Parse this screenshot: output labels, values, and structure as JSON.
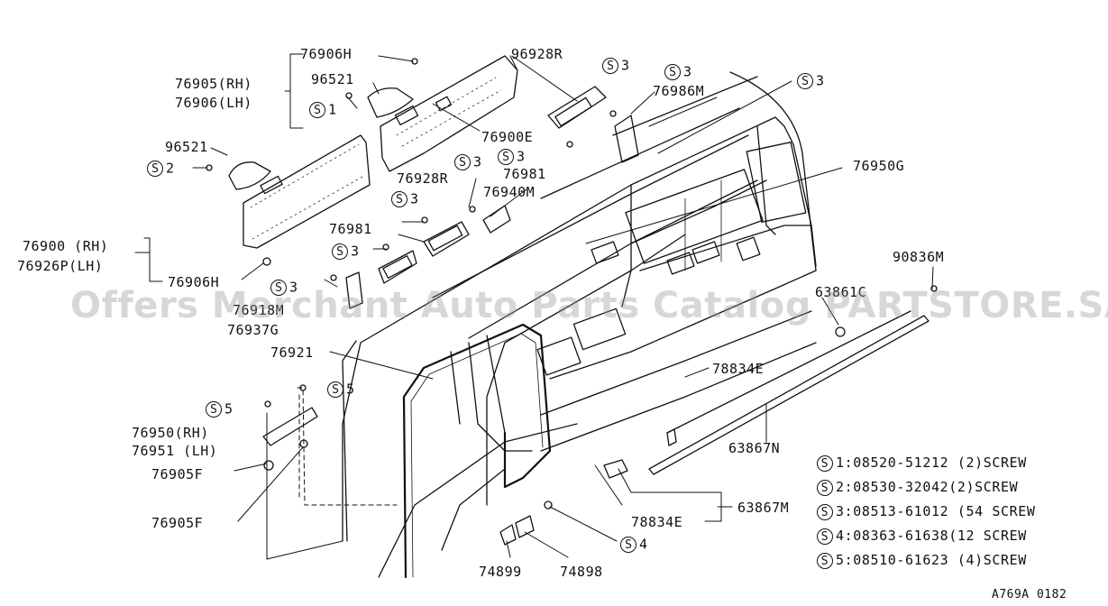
{
  "diagram": {
    "parts": {
      "p76906H_top": "76906H",
      "p96928R": "96928R",
      "p76905_rh": "76905(RH)",
      "p76906_lh": "76906(LH)",
      "p96521_top": "96521",
      "p76986M": "76986M",
      "p76900E": "76900E",
      "p96521_left": "96521",
      "p76981_top": "76981",
      "p76950G": "76950G",
      "p76928R": "76928R",
      "p76940M": "76940M",
      "p76981_mid": "76981",
      "p76900_rh": "76900 (RH)",
      "p76926P_lh": "76926P(LH)",
      "p76906H_bottom": "76906H",
      "p90836M": "90836M",
      "p63861C": "63861C",
      "p76918M": "76918M",
      "p76937G": "76937G",
      "p76921": "76921",
      "p78834E_upper": "78834E",
      "p76950_rh": "76950(RH)",
      "p76951_lh": "76951 (LH)",
      "p76905F_upper": "76905F",
      "p76905F_lower": "76905F",
      "p63867N": "63867N",
      "p63867M": "63867M",
      "p78834E_lower": "78834E",
      "p74899": "74899",
      "p74898": "74898"
    },
    "callouts": {
      "s1": "1",
      "s2": "2",
      "s3_a": "3",
      "s3_b": "3",
      "s3_c": "3",
      "s3_d": "3",
      "s3_e": "3",
      "s3_f": "3",
      "s3_g": "3",
      "s3_h": "3",
      "s4": "4",
      "s5_a": "5",
      "s5_b": "5"
    },
    "screw_symbol": "S"
  },
  "legend": [
    {
      "num": "1",
      "text": ":08520-51212 (2)SCREW"
    },
    {
      "num": "2",
      "text": ":08530-32042(2)SCREW"
    },
    {
      "num": "3",
      "text": ":08513-61012 (54 SCREW"
    },
    {
      "num": "4",
      "text": ":08363-61638(12 SCREW"
    },
    {
      "num": "5",
      "text": ":08510-61623 (4)SCREW"
    }
  ],
  "footer": {
    "code": "A769A 0182"
  },
  "watermark": "Offers Merchant Auto Parts Catalog PARTSTORE.SA",
  "colors": {
    "line": "#111111",
    "watermark": "#969696",
    "background": "#ffffff"
  }
}
